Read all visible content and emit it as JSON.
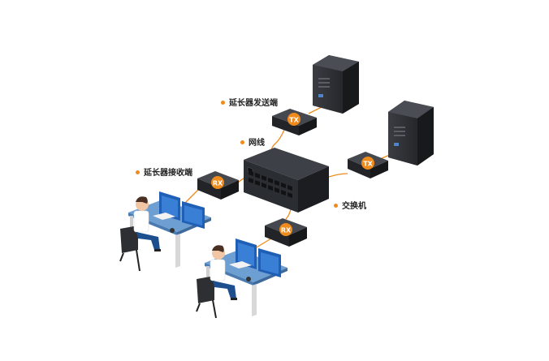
{
  "labels": {
    "extender_sender": "延长器发送端",
    "network_cable": "网线",
    "extender_receiver": "延长器接收端",
    "switch": "交换机"
  },
  "badges": {
    "tx": "TX",
    "rx": "RX"
  },
  "colors": {
    "accent": "#ef8a1c",
    "device_dark": "#2a2d31",
    "desk_blue": "#5f93c8",
    "monitor_blue": "#1f5fb5"
  },
  "icons": [
    "server-icon",
    "extender-box-icon",
    "network-switch-icon",
    "workstation-operator-icon"
  ]
}
